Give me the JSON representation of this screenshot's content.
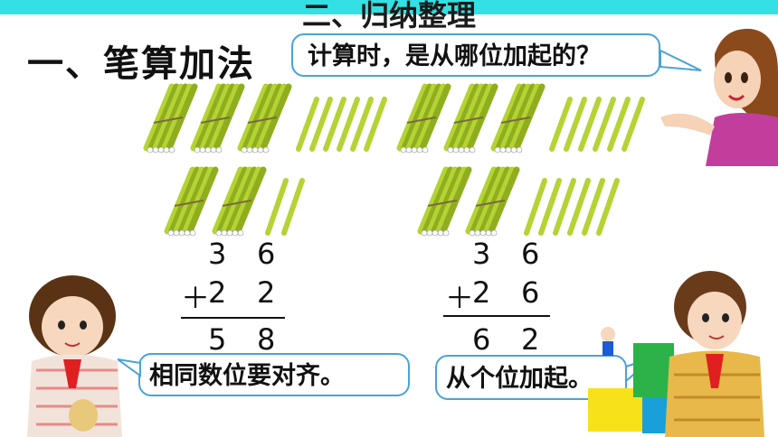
{
  "header": {
    "title": "二、归纳整理",
    "section_title": "一、笔算加法",
    "accent_color": "#33e0e3"
  },
  "bubbles": {
    "teacher_question": "计算时，是从哪位加起的？",
    "girl_note": "相同数位要对齐。",
    "boy_note": "从个位加起。"
  },
  "problems": [
    {
      "top_tens": "3",
      "top_ones": "6",
      "plus": "＋",
      "bottom_tens": "2",
      "bottom_ones": "2",
      "result_tens": "5",
      "result_ones": "8"
    },
    {
      "top_tens": "3",
      "top_ones": "6",
      "plus": "＋",
      "bottom_tens": "2",
      "bottom_ones": "6",
      "result_tens": "6",
      "result_ones": "2"
    }
  ],
  "colors": {
    "stick": "#b5d334",
    "stick_dark": "#8fae1e",
    "bubble_border": "#4aa3d8"
  }
}
